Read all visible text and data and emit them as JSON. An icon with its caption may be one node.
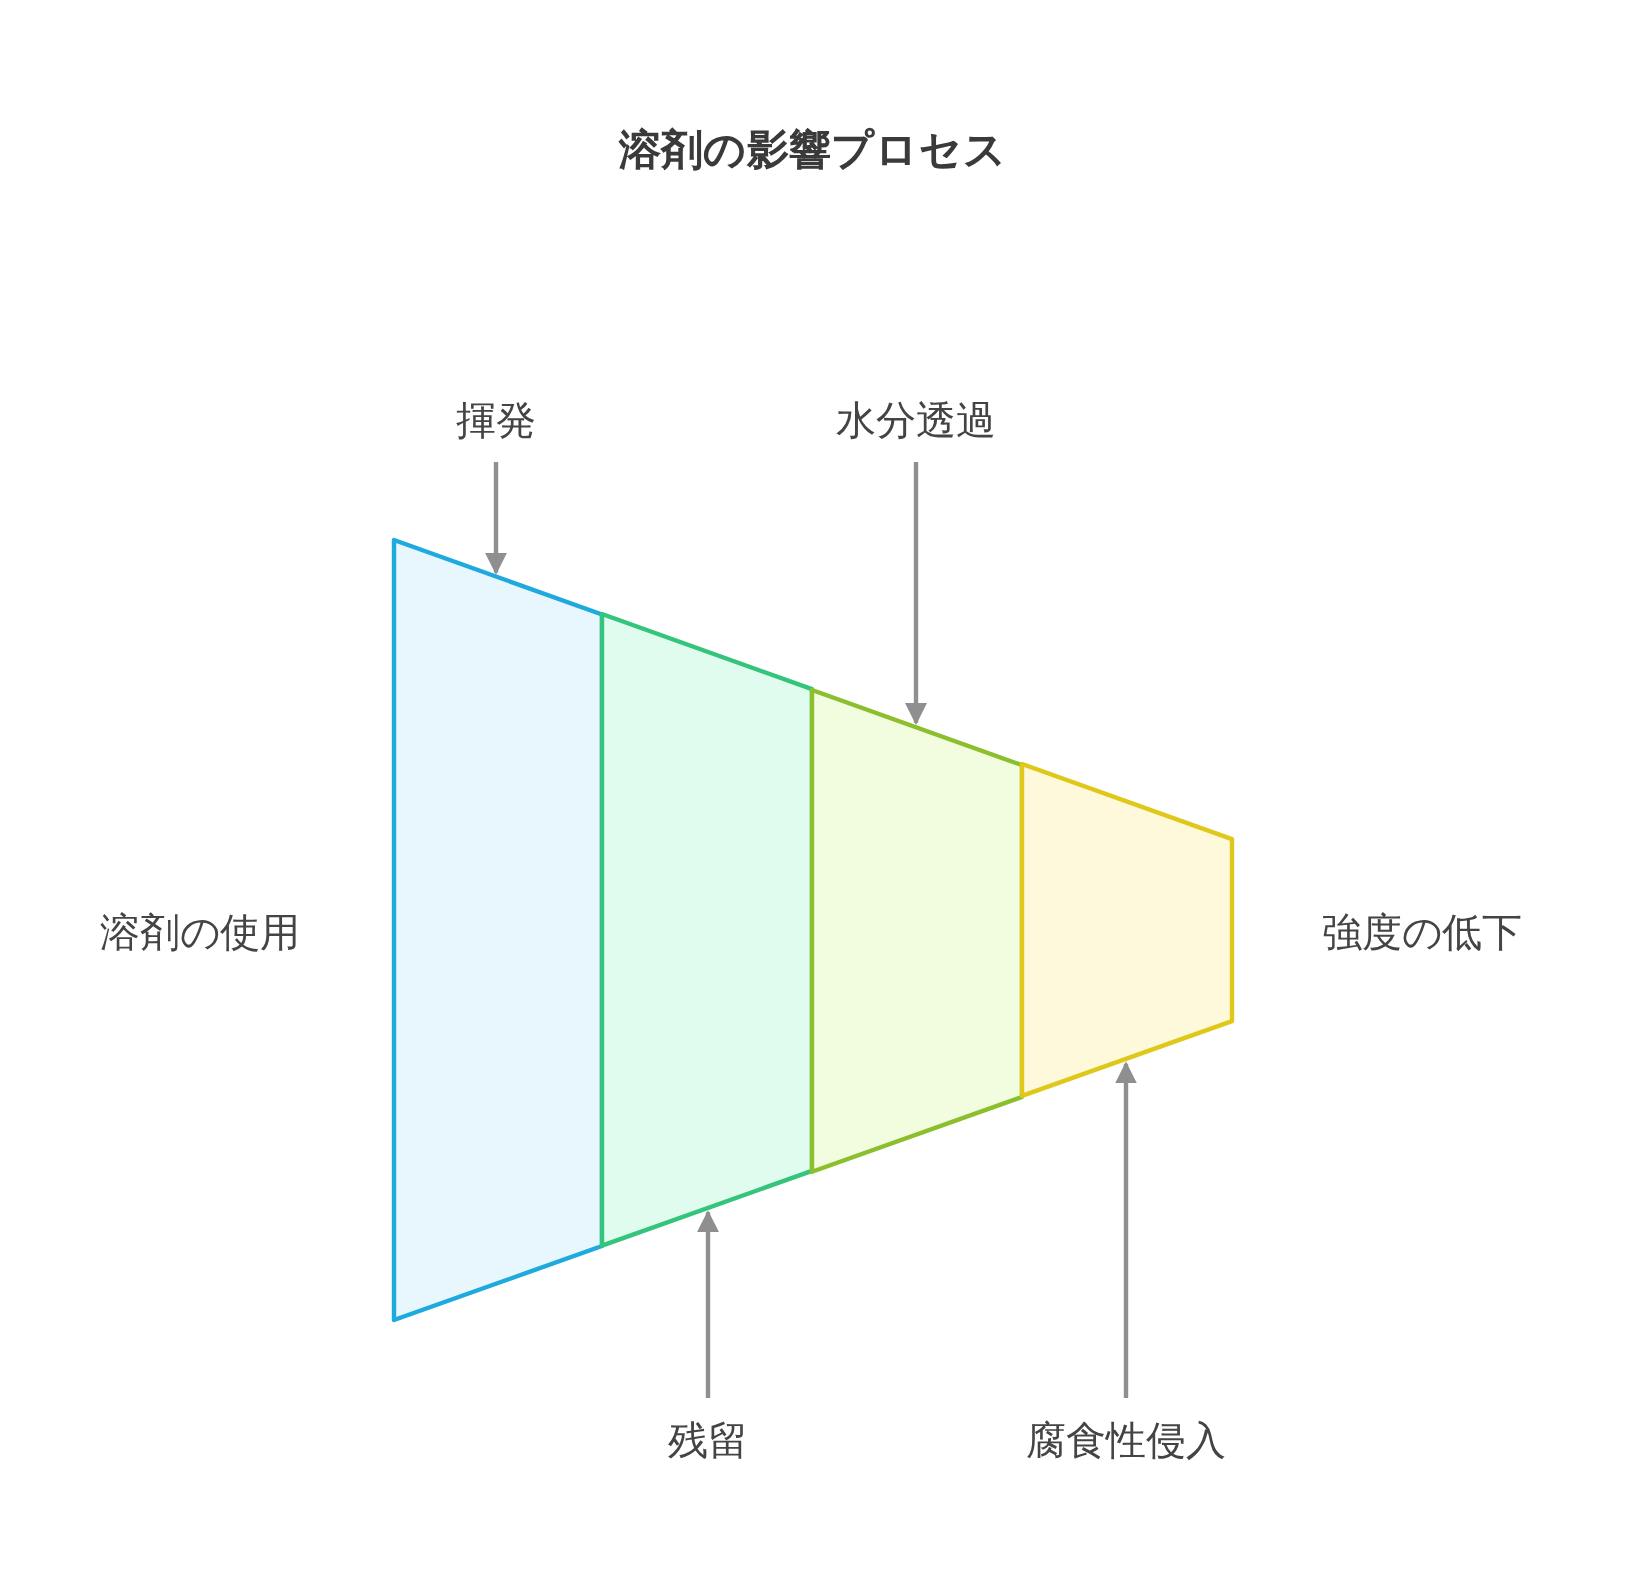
{
  "diagram": {
    "title": "溶剤の影響プロセス",
    "nodes": [
      {
        "text": [
          "揮発"
        ]
      },
      {
        "text": [
          "水分透過"
        ]
      },
      {
        "text": [],
        "shape": "band"
      },
      {
        "text": [],
        "shape": "band"
      },
      {
        "text": [],
        "shape": "band"
      },
      {
        "text": [],
        "shape": "band"
      },
      {
        "text": [
          "残留"
        ]
      },
      {
        "text": [
          "腐食性侵入"
        ]
      }
    ],
    "edges": [
      {
        "from": 0,
        "to": 2,
        "arrow": "to"
      },
      {
        "from": 1,
        "to": 4,
        "arrow": "to"
      },
      {
        "from": 6,
        "to": 3,
        "arrow": "to"
      },
      {
        "from": 7,
        "to": 5,
        "arrow": "to"
      }
    ],
    "labels": [
      "溶剤の使用",
      "強度の低下"
    ]
  }
}
